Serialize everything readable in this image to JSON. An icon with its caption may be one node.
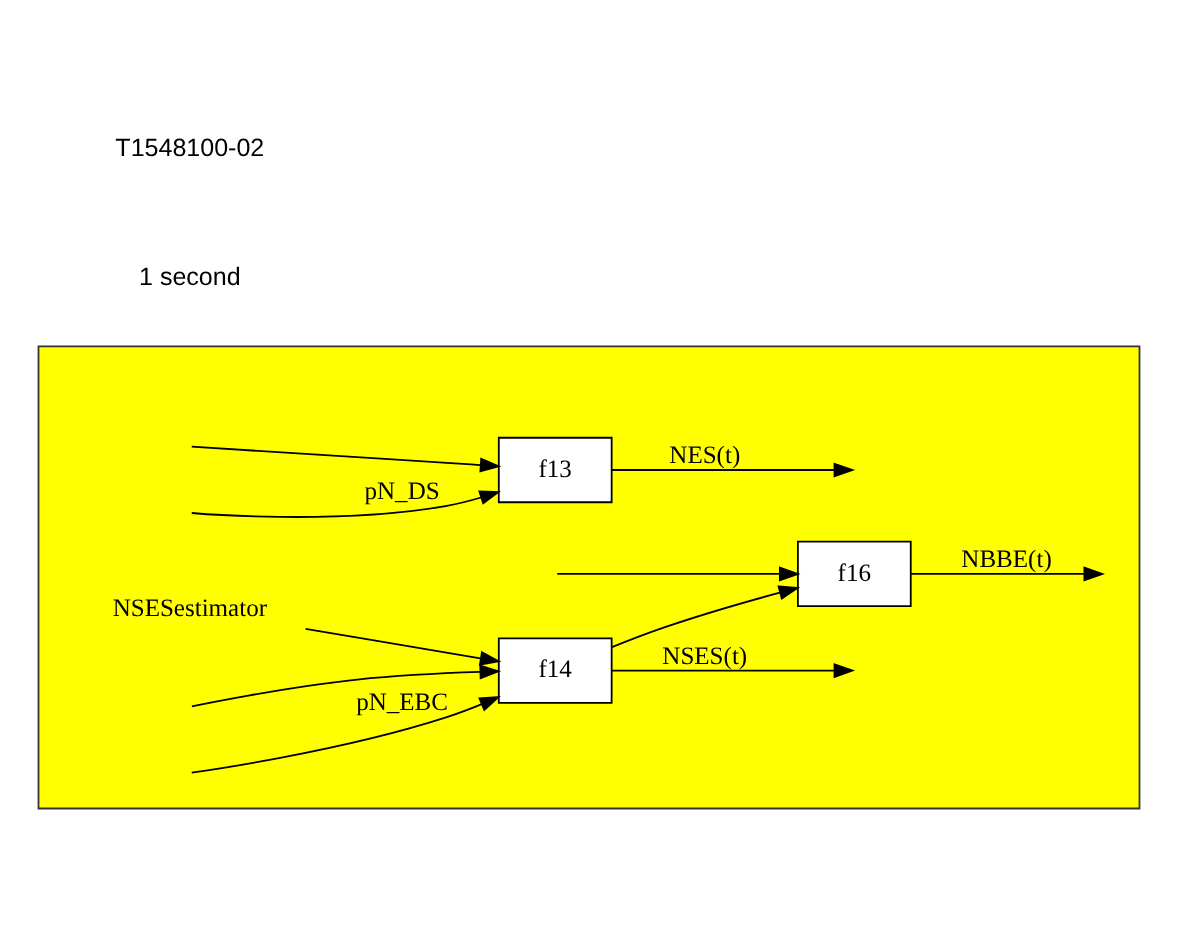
{
  "diagram": {
    "nodes": [
      {
        "text": [],
        "shape": "box"
      },
      {
        "text": [
          "f16"
        ],
        "in": 0
      },
      {
        "text": [
          "f13"
        ],
        "in": 0
      },
      {
        "text": [
          "f14"
        ],
        "in": 0
      },
      {
        "text": [
          "NSESestimator"
        ],
        "in": 0
      }
    ],
    "edges": [
      {
        "from": null,
        "to": 2,
        "arrow": "to",
        "label": "pN_DS"
      },
      {
        "from": null,
        "to": 3,
        "arrow": "to"
      },
      {
        "from": null,
        "to": 3,
        "arrow": "to",
        "label": "pN_EBC"
      },
      {
        "from": null,
        "to": 2,
        "arrow": "to"
      },
      {
        "from": null,
        "to": 1,
        "arrow": "to"
      },
      {
        "from": 4,
        "to": 3,
        "arrow": "to"
      },
      {
        "from": 3,
        "to": 1,
        "arrow": "to"
      },
      {
        "from": 1,
        "to": null,
        "arrow": "to",
        "label": "NBBE(t)"
      },
      {
        "from": 2,
        "to": null,
        "arrow": "to",
        "label": "NES(t)"
      },
      {
        "from": 3,
        "to": null,
        "arrow": "to",
        "label": "NSES(t)"
      }
    ],
    "labels": [
      "1 second",
      "T1548100-02"
    ]
  }
}
